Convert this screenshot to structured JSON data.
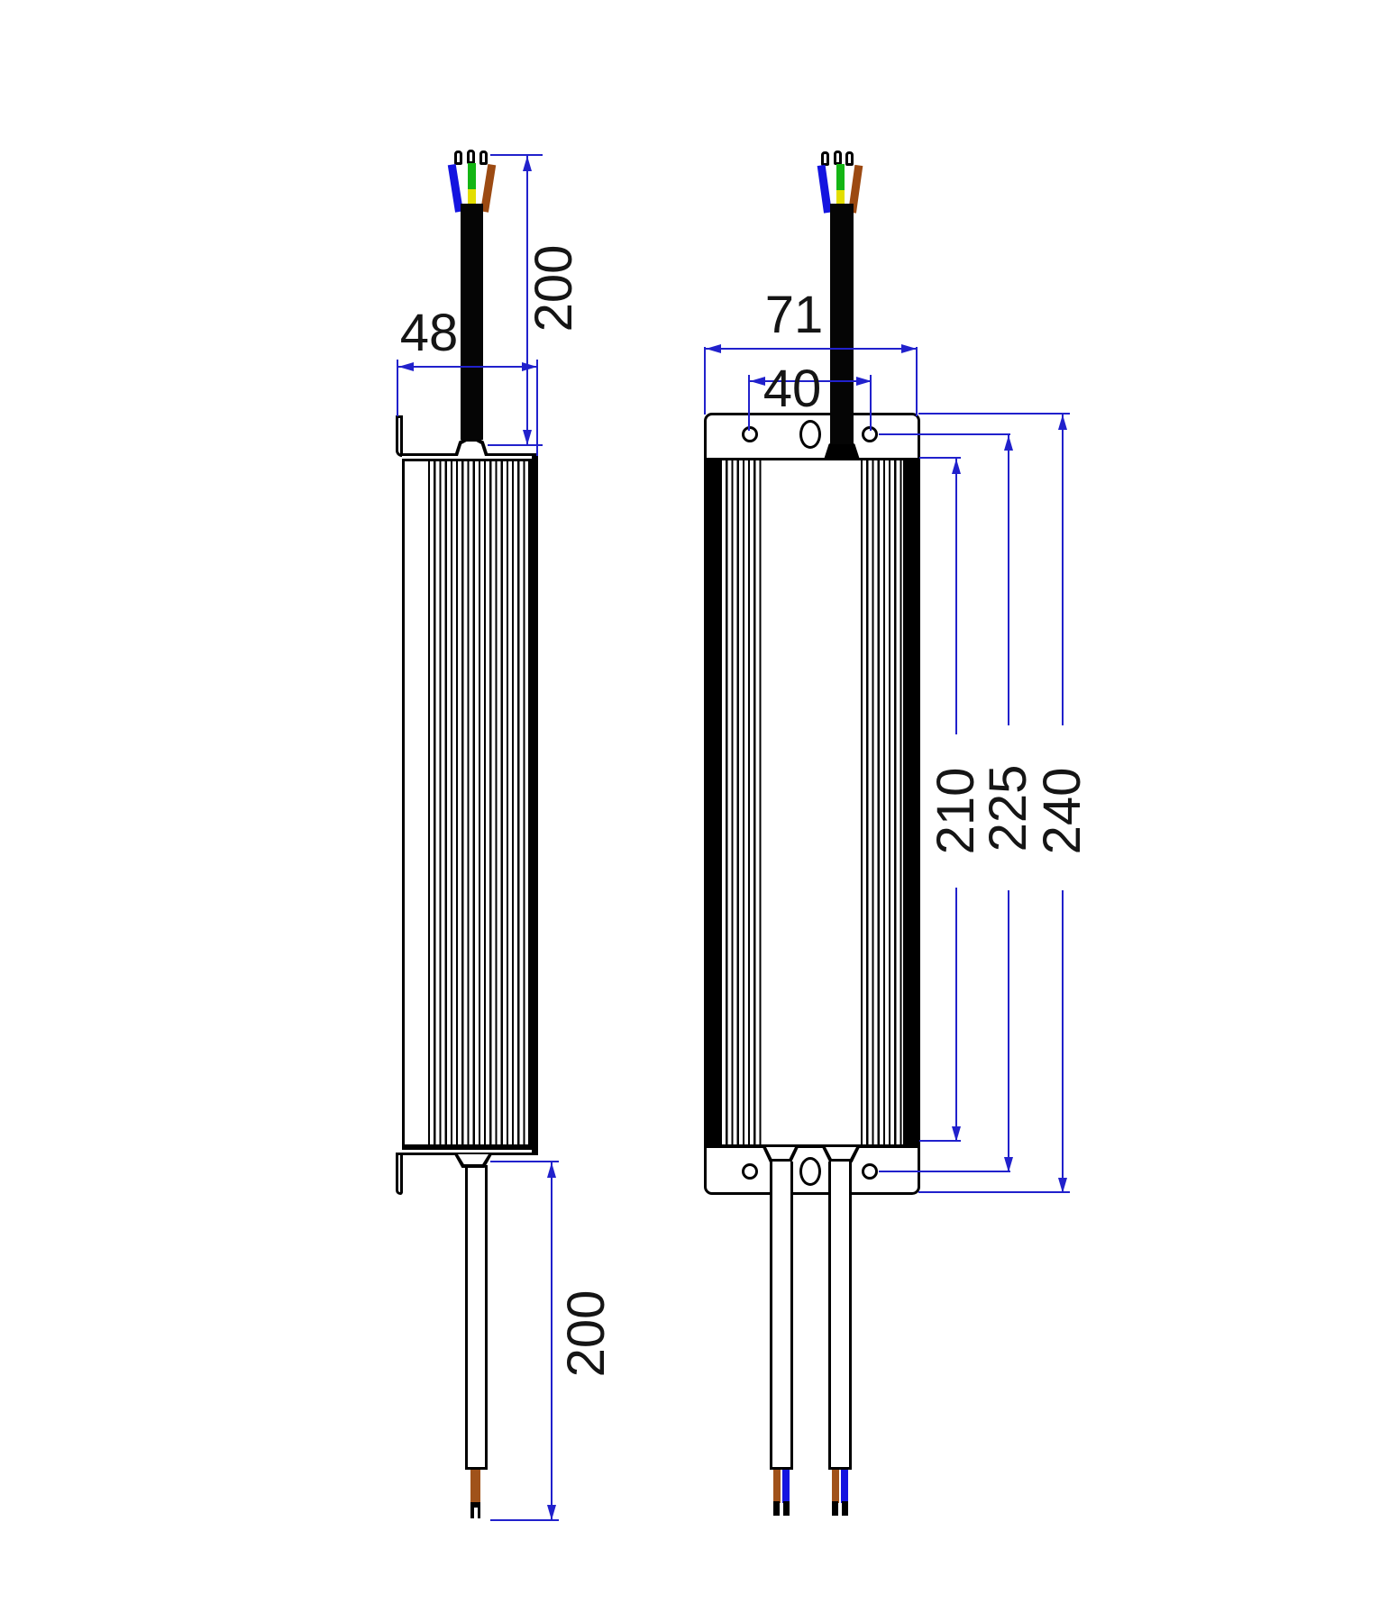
{
  "drawing": {
    "kind": "technical dimension drawing, LED driver power supply, two orthographic views with wires",
    "labels": {
      "side": {
        "cable_top_length": "200",
        "body_width": "48",
        "cable_bottom_length": "200"
      },
      "front": {
        "overall_width": "71",
        "hole_spacing_width": "40",
        "body_length": "210",
        "mounting_hole_spacing": "225",
        "overall_length": "240"
      }
    },
    "colors": {
      "dimension_line": "#2121cc",
      "outline": "#000000",
      "cable_black": "#050505",
      "wire_blue": "#1414e0",
      "wire_green": "#14b514",
      "wire_yellow": "#e3de00",
      "wire_brown": "#9c4a12",
      "conductor_brown": "#a0521a",
      "sheath_white": "#ffffff"
    }
  }
}
